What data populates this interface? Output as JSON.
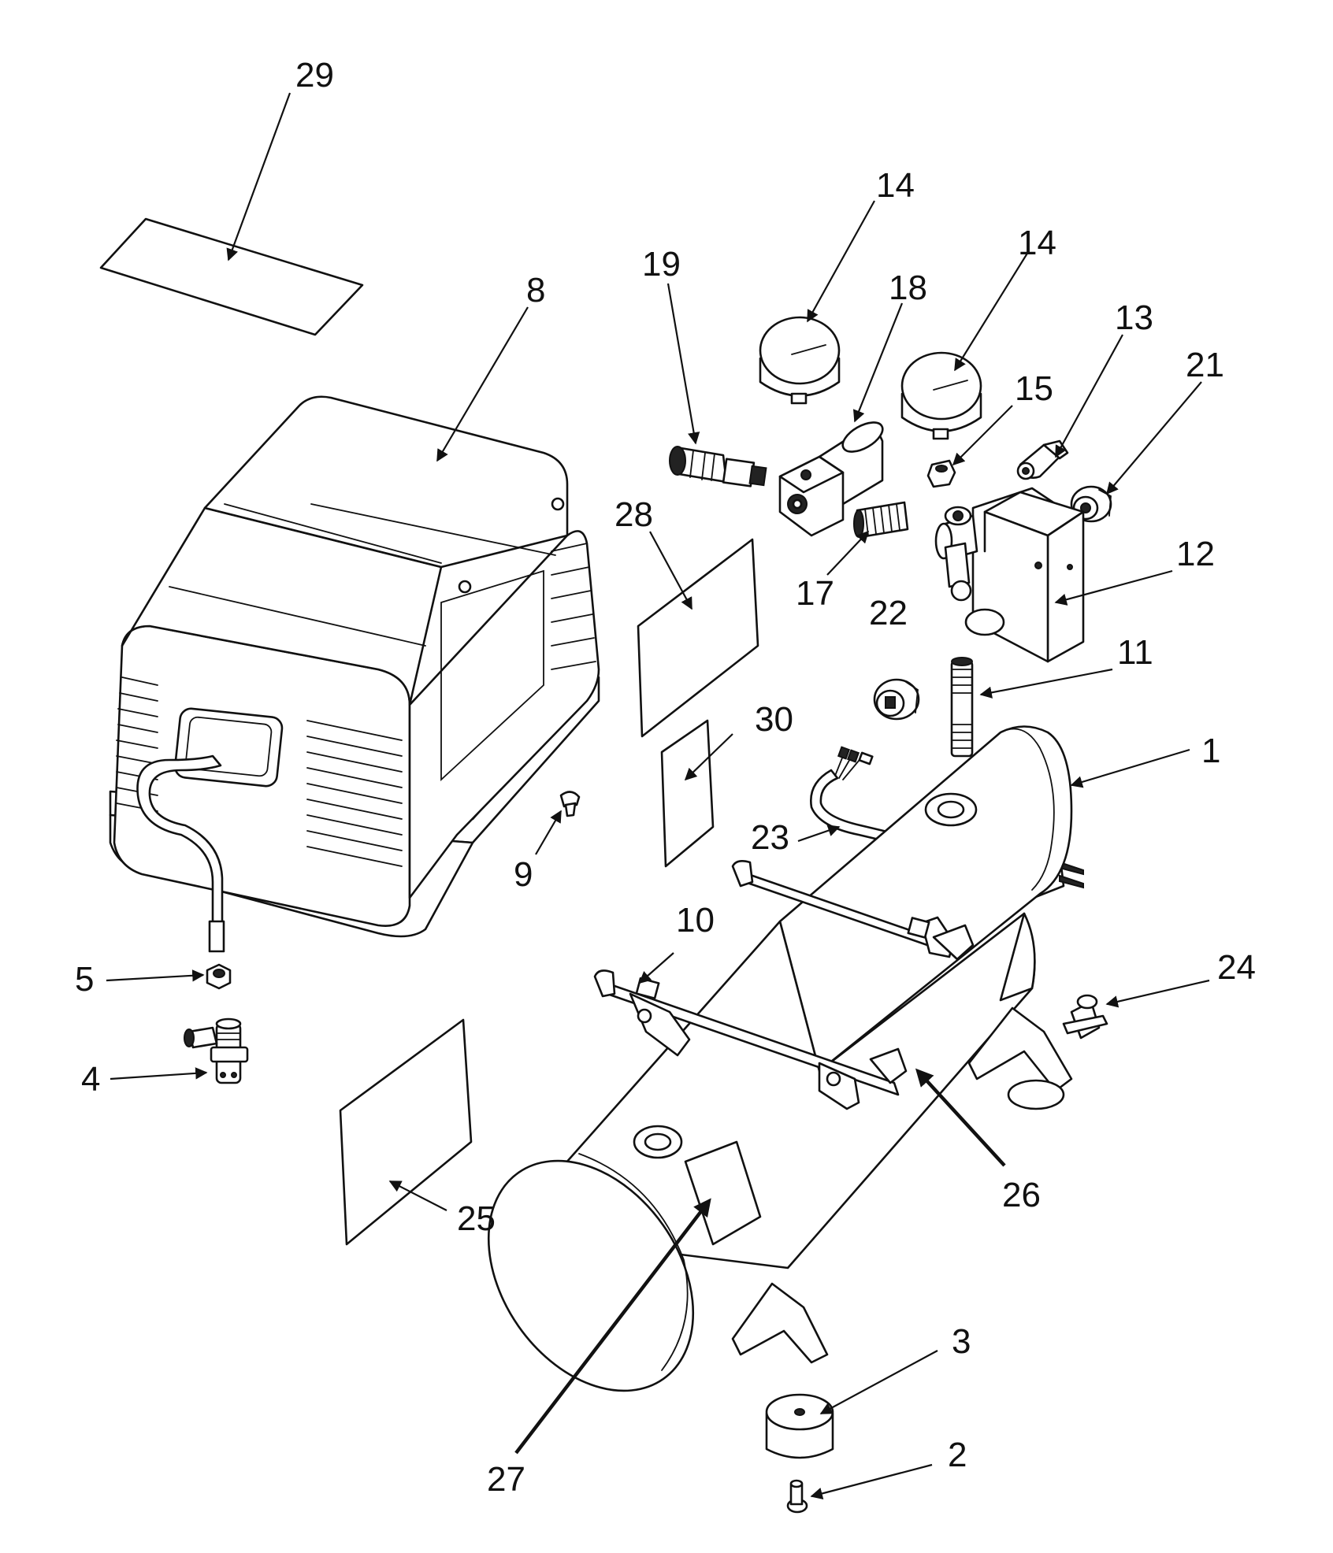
{
  "diagram": {
    "callouts": [
      {
        "id": "p29",
        "label": "29"
      },
      {
        "id": "p8",
        "label": "8"
      },
      {
        "id": "p14a",
        "label": "14"
      },
      {
        "id": "p14b",
        "label": "14"
      },
      {
        "id": "p19",
        "label": "19"
      },
      {
        "id": "p18",
        "label": "18"
      },
      {
        "id": "p13",
        "label": "13"
      },
      {
        "id": "p21",
        "label": "21"
      },
      {
        "id": "p15",
        "label": "15"
      },
      {
        "id": "p28",
        "label": "28"
      },
      {
        "id": "p12",
        "label": "12"
      },
      {
        "id": "p17",
        "label": "17"
      },
      {
        "id": "p22",
        "label": "22"
      },
      {
        "id": "p11",
        "label": "11"
      },
      {
        "id": "p30",
        "label": "30"
      },
      {
        "id": "p1",
        "label": "1"
      },
      {
        "id": "p23",
        "label": "23"
      },
      {
        "id": "p9",
        "label": "9"
      },
      {
        "id": "p10",
        "label": "10"
      },
      {
        "id": "p5",
        "label": "5"
      },
      {
        "id": "p24",
        "label": "24"
      },
      {
        "id": "p4",
        "label": "4"
      },
      {
        "id": "p25",
        "label": "25"
      },
      {
        "id": "p26",
        "label": "26"
      },
      {
        "id": "p3",
        "label": "3"
      },
      {
        "id": "p27",
        "label": "27"
      },
      {
        "id": "p2",
        "label": "2"
      }
    ]
  }
}
